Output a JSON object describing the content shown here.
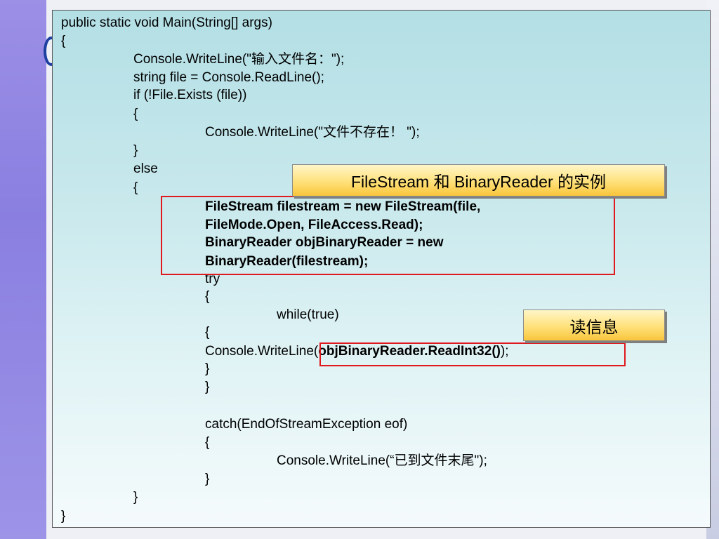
{
  "code": {
    "l1": "public static void Main(String[] args)",
    "l2": "{",
    "l3": "Console.WriteLine(\"输入文件名：\");",
    "l4": "string file = Console.ReadLine();",
    "l5": "if (!File.Exists (file))",
    "l6": "{",
    "l7": "Console.WriteLine(\"文件不存在！ \");",
    "l8": "}",
    "l9": "else",
    "l10": "{",
    "l11": "FileStream filestream = new FileStream(file,",
    "l12": "FileMode.Open, FileAccess.Read);",
    "l13": "BinaryReader objBinaryReader = new",
    "l14": "BinaryReader(filestream);",
    "l15": "try",
    "l16": "{",
    "l17": "while(true)",
    "l18": "{",
    "l19_a": "Console.WriteLine(",
    "l19_b": "objBinaryReader.ReadInt32()",
    "l19_c": ");",
    "l20": "}",
    "l21": "}",
    "l22": "catch(EndOfStreamException eof)",
    "l23": "{",
    "l24": "Console.WriteLine(“已到文件末尾\");",
    "l25": "}",
    "l26": "}",
    "l27": "}"
  },
  "callouts": {
    "filestream_example": "FileStream 和 BinaryReader 的实例",
    "read_info": "读信息"
  },
  "colors": {
    "highlight_border": "#e0191e",
    "callout_fill": "#ffe17a",
    "panel_top": "#b3dfe5",
    "side_strip": "#8a7fe0"
  }
}
